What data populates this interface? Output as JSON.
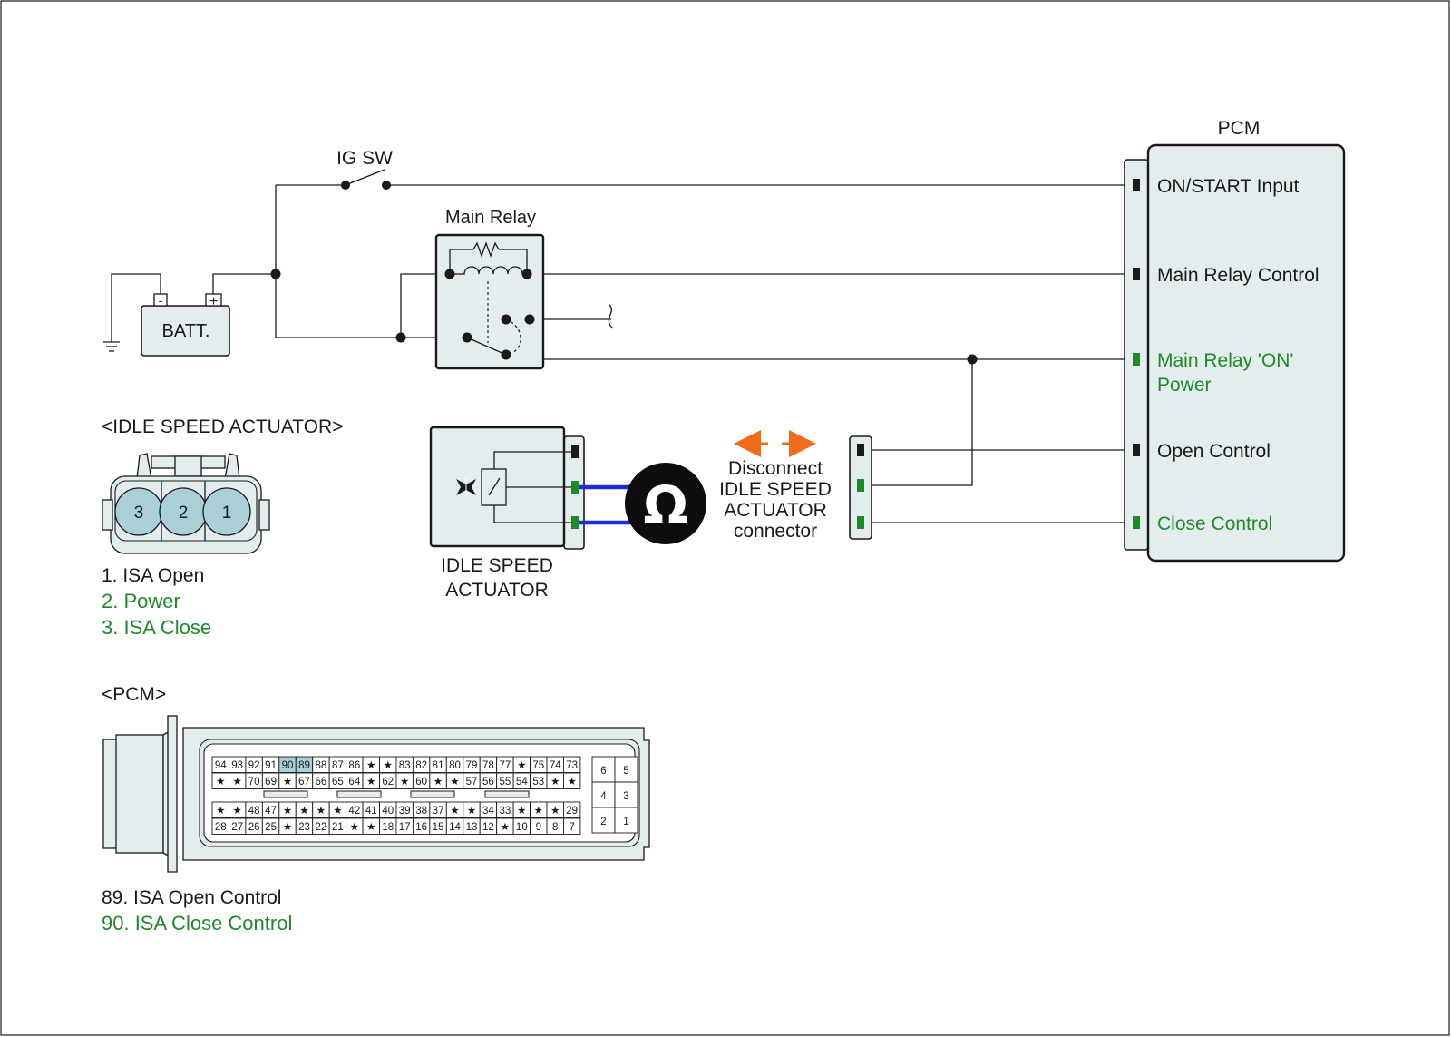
{
  "labels": {
    "ig_sw": "IG SW",
    "main_relay": "Main Relay",
    "batt": "BATT.",
    "batt_minus": "-",
    "batt_plus": "+",
    "pcm_title": "PCM",
    "isa_box_line1": "IDLE SPEED",
    "isa_box_line2": "ACTUATOR",
    "omega": "Ω",
    "disconnect_line1": "Disconnect",
    "disconnect_line2": "IDLE SPEED",
    "disconnect_line3": "ACTUATOR",
    "disconnect_line4": "connector"
  },
  "pcm_terminals": [
    {
      "label": "ON/START Input",
      "color": "#1a1a1a"
    },
    {
      "label": "Main Relay Control",
      "color": "#1a1a1a"
    },
    {
      "label": "Main Relay 'ON'",
      "label2": "Power",
      "color": "#1e8a28"
    },
    {
      "label": "Open Control",
      "color": "#1a1a1a"
    },
    {
      "label": "Close Control",
      "color": "#1e8a28"
    }
  ],
  "isa_connector": {
    "title": "<IDLE SPEED ACTUATOR>",
    "pins": [
      "3",
      "2",
      "1"
    ],
    "legend": [
      {
        "text": "1. ISA Open",
        "color": "#1a1a1a"
      },
      {
        "text": "2. Power",
        "color": "#1e8a28"
      },
      {
        "text": "3. ISA Close",
        "color": "#1e8a28"
      }
    ]
  },
  "pcm_connector": {
    "title": "<PCM>",
    "row1": [
      "94",
      "93",
      "92",
      "91",
      "90",
      "89",
      "88",
      "87",
      "86",
      "★",
      "★",
      "83",
      "82",
      "81",
      "80",
      "79",
      "78",
      "77",
      "★",
      "75",
      "74",
      "73"
    ],
    "row2": [
      "★",
      "★",
      "70",
      "69",
      "★",
      "67",
      "66",
      "65",
      "64",
      "★",
      "62",
      "★",
      "60",
      "★",
      "★",
      "57",
      "56",
      "55",
      "54",
      "53",
      "★",
      "★"
    ],
    "row3": [
      "★",
      "★",
      "48",
      "47",
      "★",
      "★",
      "★",
      "★",
      "42",
      "41",
      "40",
      "39",
      "38",
      "37",
      "★",
      "★",
      "34",
      "33",
      "★",
      "★",
      "★",
      "29"
    ],
    "row4": [
      "28",
      "27",
      "26",
      "25",
      "★",
      "23",
      "22",
      "21",
      "★",
      "★",
      "18",
      "17",
      "16",
      "15",
      "14",
      "13",
      "12",
      "★",
      "10",
      "9",
      "8",
      "7"
    ],
    "small_grid": [
      [
        "6",
        "5"
      ],
      [
        "4",
        "3"
      ],
      [
        "2",
        "1"
      ]
    ],
    "highlighted": [
      "90",
      "89"
    ],
    "legend": [
      {
        "text": "89. ISA Open Control",
        "color": "#1a1a1a"
      },
      {
        "text": "90. ISA Close Control",
        "color": "#1e8a28"
      }
    ]
  },
  "colors": {
    "component_fill": "#e4eded",
    "pin_highlight": "#a9cfd8",
    "accent_green": "#1e8a28",
    "probe_wire": "#1a2fd6",
    "arrow_orange": "#f26a1b",
    "ink": "#1a1a1a"
  }
}
